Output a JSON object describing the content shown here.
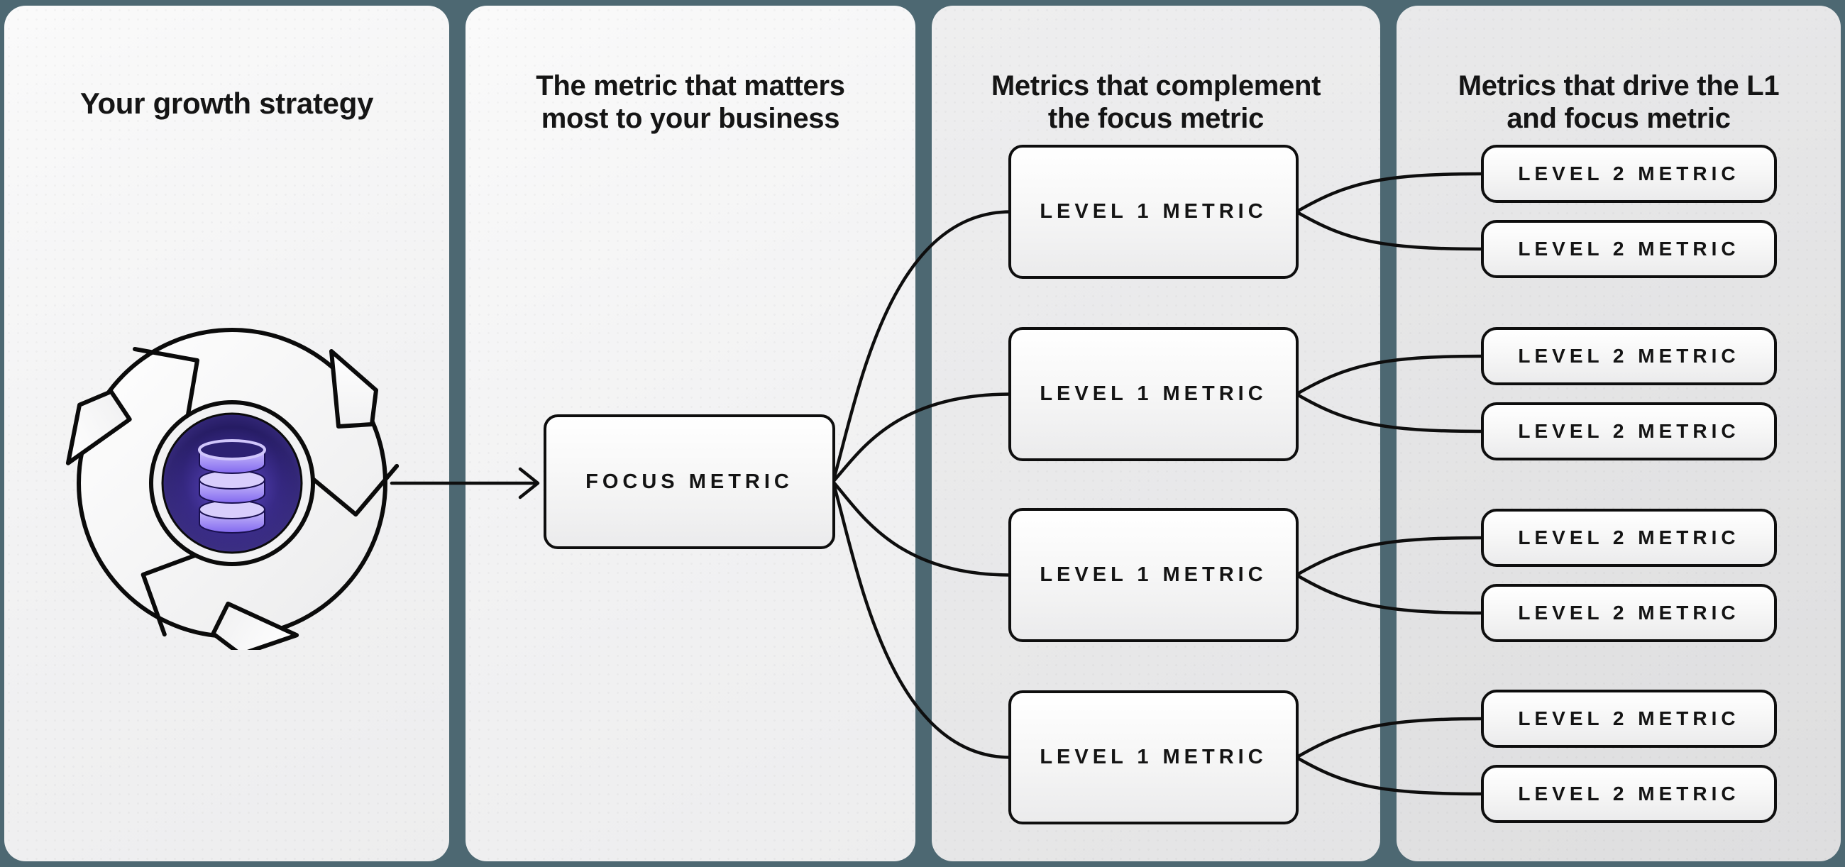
{
  "diagram": {
    "columns": [
      {
        "id": "strategy",
        "lines": [
          "Your growth strategy",
          ""
        ]
      },
      {
        "id": "focus",
        "lines": [
          "The metric that matters",
          "most to your business"
        ]
      },
      {
        "id": "level1",
        "lines": [
          "Metrics that complement",
          "the focus metric"
        ]
      },
      {
        "id": "level2",
        "lines": [
          "Metrics that drive the L1",
          "and focus metric"
        ]
      }
    ],
    "nodes": {
      "focus": {
        "label": "FOCUS METRIC"
      },
      "level1": {
        "label": "LEVEL 1 METRIC",
        "count": 4
      },
      "level2": {
        "label": "LEVEL 2 METRIC",
        "count": 8
      }
    },
    "icons": {
      "flywheel": "flywheel-icon",
      "database": "database-icon"
    },
    "colors": {
      "background_teal": "#4d6872",
      "card_light": "#f4f4f5",
      "card_mid": "#e8e8e9",
      "card_dark": "#e2e2e3",
      "line_black": "#0e0e0e",
      "hub_indigo": "#241a5e",
      "database_purple": "#a692f6"
    }
  }
}
